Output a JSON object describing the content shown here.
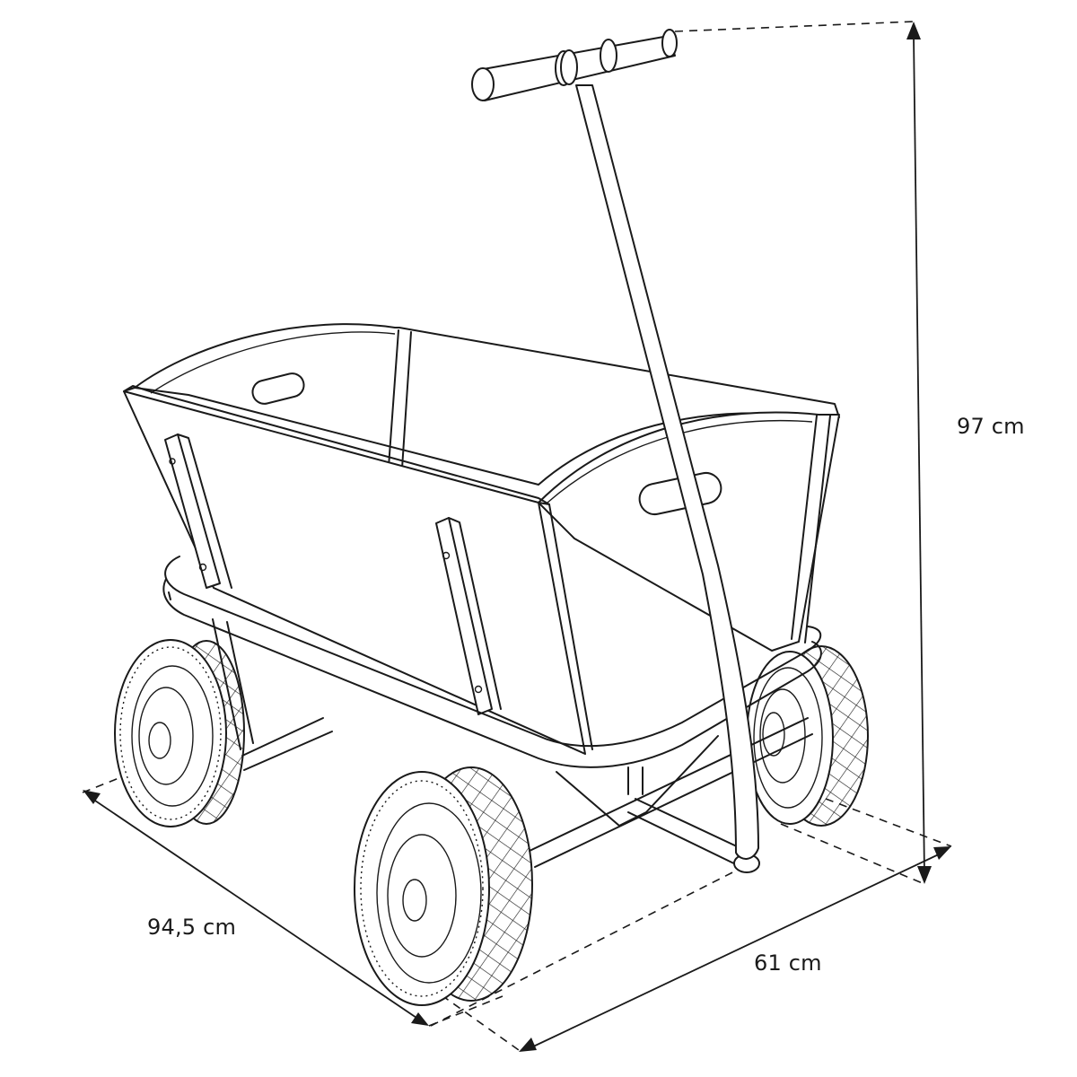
{
  "diagram": {
    "subject": "Wooden pull wagon with T-handle and four pneumatic tires",
    "dimensions": {
      "height": {
        "label": "97 cm",
        "value": 97,
        "unit": "cm"
      },
      "length": {
        "label": "94,5 cm",
        "value": 94.5,
        "unit": "cm"
      },
      "width": {
        "label": "61 cm",
        "value": 61,
        "unit": "cm"
      }
    },
    "colors": {
      "line": "#1a1a1a",
      "background": "#ffffff"
    }
  }
}
